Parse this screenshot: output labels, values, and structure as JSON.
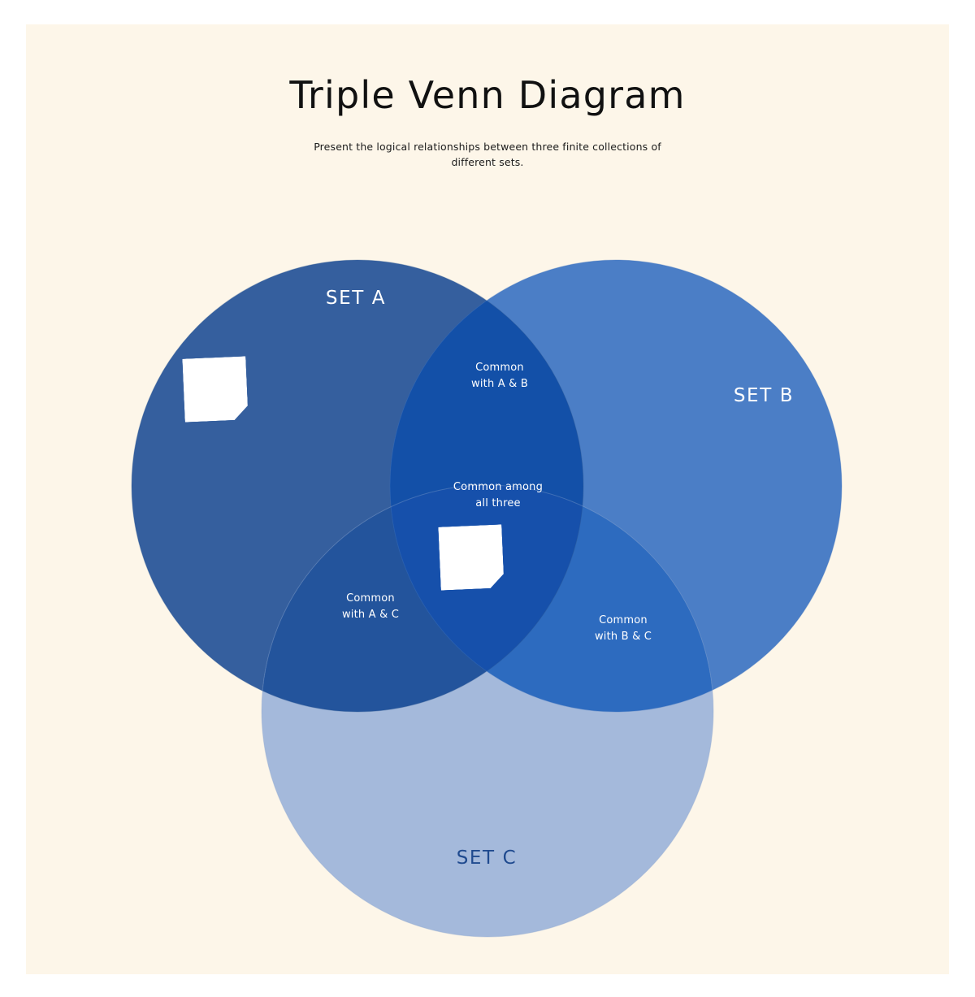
{
  "page": {
    "background_color": "#ffffff",
    "canvas_color": "#fdf6e9"
  },
  "header": {
    "title": "Triple Venn Diagram",
    "subtitle": "Present the logical relationships between three finite collections of different sets."
  },
  "diagram": {
    "type": "venn",
    "set_count": 3,
    "sets": [
      {
        "id": "A",
        "label": "SET A",
        "color": "#355f9e",
        "label_color": "#ffffff"
      },
      {
        "id": "B",
        "label": "SET B",
        "color": "#4b7ec6",
        "label_color": "#ffffff"
      },
      {
        "id": "C",
        "label": "SET C",
        "color": "#a4b9db",
        "label_color": "#1f4a8f"
      }
    ],
    "intersections": [
      {
        "id": "AB",
        "label": "Common\nwith A & B",
        "color": "#1350a8",
        "label_color": "#ffffff"
      },
      {
        "id": "AC",
        "label": "Common\nwith A & C",
        "color": "#23549c",
        "label_color": "#ffffff"
      },
      {
        "id": "BC",
        "label": "Common\nwith B & C",
        "color": "#2d6bbf",
        "label_color": "#ffffff"
      },
      {
        "id": "ABC",
        "label": "Common among\nall three",
        "color": "#1650ab",
        "label_color": "#ffffff"
      }
    ],
    "notes": [
      {
        "id": "note-set-a",
        "text": ""
      },
      {
        "id": "note-center",
        "text": ""
      }
    ]
  },
  "chart_data": {
    "type": "venn",
    "title": "Triple Venn Diagram",
    "subtitle": "Present the logical relationships between three finite collections of different sets.",
    "sets": [
      "SET A",
      "SET B",
      "SET C"
    ],
    "regions": [
      {
        "region": "A only",
        "label": "SET A",
        "fill": "#355f9e"
      },
      {
        "region": "B only",
        "label": "SET B",
        "fill": "#4b7ec6"
      },
      {
        "region": "C only",
        "label": "SET C",
        "fill": "#a4b9db"
      },
      {
        "region": "A∩B",
        "label": "Common with A & B",
        "fill": "#1350a8"
      },
      {
        "region": "A∩C",
        "label": "Common with A & C",
        "fill": "#23549c"
      },
      {
        "region": "B∩C",
        "label": "Common with B & C",
        "fill": "#2d6bbf"
      },
      {
        "region": "A∩B∩C",
        "label": "Common among all three",
        "fill": "#1650ab"
      }
    ],
    "legend": "none",
    "grid": false
  }
}
